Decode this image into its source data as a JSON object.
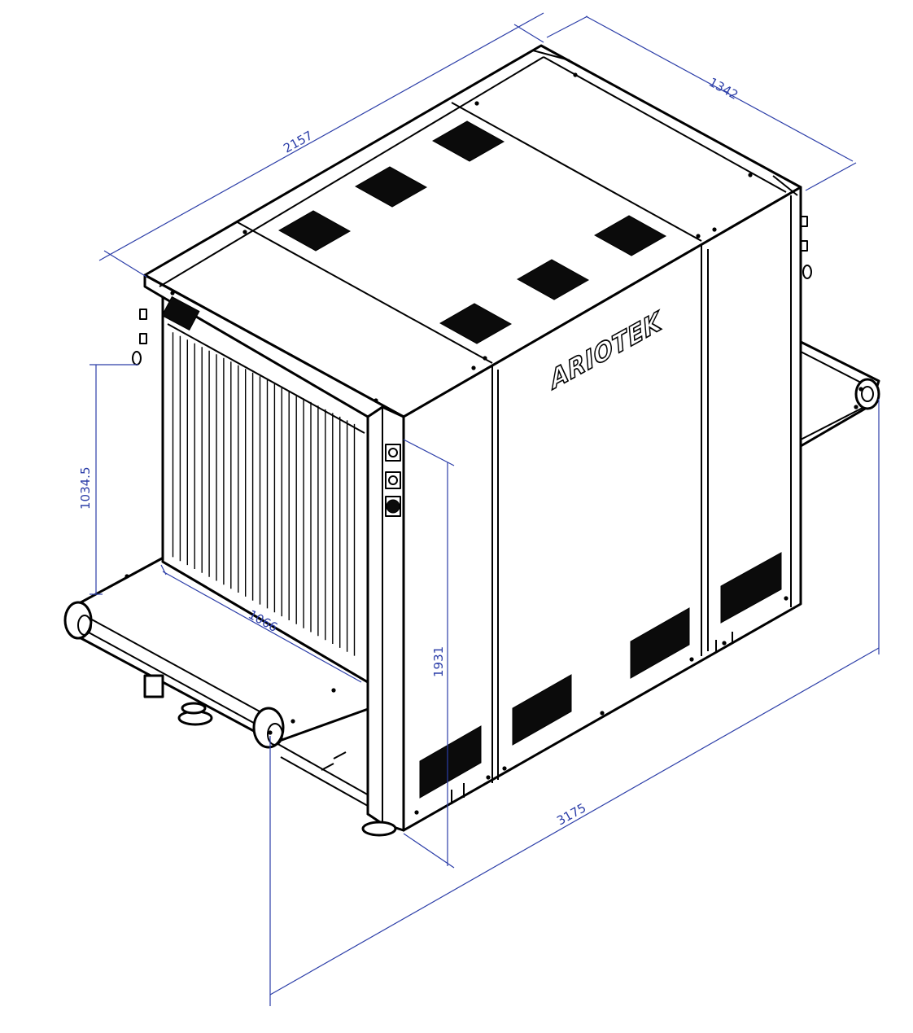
{
  "brand": {
    "name": "ARIOTEK"
  },
  "dimensions": {
    "overall_length": "3175",
    "housing_length": "2157",
    "housing_width": "1342",
    "height": "1931",
    "conveyor_height": "1034.5",
    "tunnel_width": "1066"
  },
  "colors": {
    "line": "#000000",
    "dimension": "#2c3ea8",
    "vent": "#0b0b0b",
    "background": "#ffffff"
  }
}
